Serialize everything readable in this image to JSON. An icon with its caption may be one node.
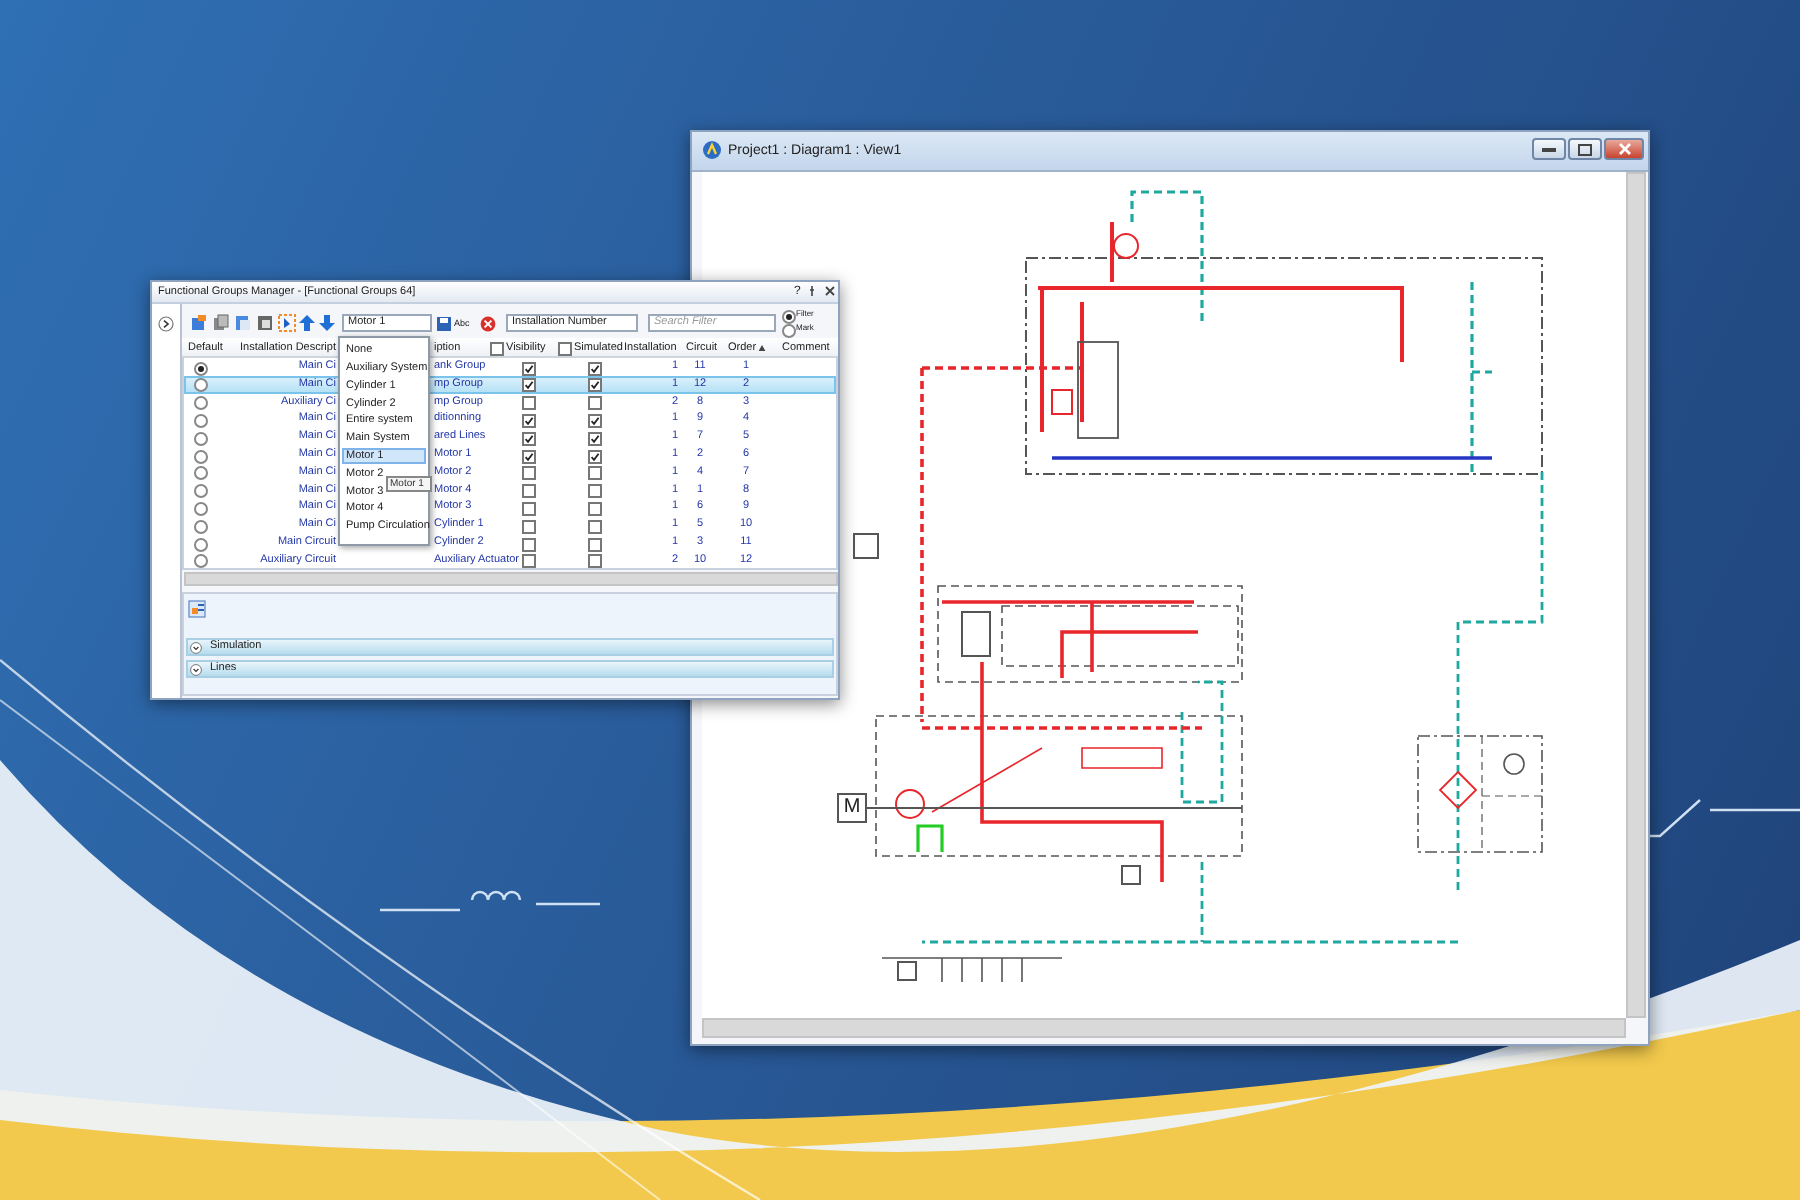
{
  "diagram": {
    "labels": [
      "Functional Groups Manager - [Functional Groups 64]",
      "Motor 1",
      "Abc",
      "Installation Number",
      "Search Filter",
      "Filter",
      "Mark",
      "Default",
      "Installation Descript",
      "iption",
      "Visibility",
      "Simulated",
      "Installation",
      "Circuit",
      "Order",
      "Comment",
      "Main Ci",
      "ank Group",
      "1",
      "11",
      "1",
      "Main Ci",
      "mp Group",
      "1",
      "12",
      "2",
      "Auxiliary Ci",
      "mp Group",
      "2",
      "8",
      "3",
      "Main Ci",
      "ditionning",
      "1",
      "9",
      "4",
      "Main Ci",
      "ared Lines",
      "1",
      "7",
      "5",
      "Main Ci",
      "Motor 1",
      "1",
      "2",
      "6",
      "Main Ci",
      "Motor 2",
      "1",
      "4",
      "7",
      "Main Ci",
      "Motor 4",
      "1",
      "1",
      "8",
      "Main Ci",
      "Motor 3",
      "1",
      "6",
      "9",
      "Main Ci",
      "Cylinder 1",
      "1",
      "5",
      "10",
      "Main Circuit",
      "Cylinder 2",
      "1",
      "3",
      "11",
      "Auxiliary Circuit",
      "Auxiliary Actuator",
      "2",
      "10",
      "12",
      "None",
      "Auxiliary System",
      "Cylinder  1",
      "Cylinder  2",
      "Entire system",
      "Main System",
      "Motor 1",
      "Motor 2",
      "Motor 3",
      "Motor 4",
      "Pump Circulation",
      "Motor 1",
      "Simulation",
      "Lines",
      "Project1 : Diagram1 : View1",
      "M",
      "?"
    ]
  }
}
